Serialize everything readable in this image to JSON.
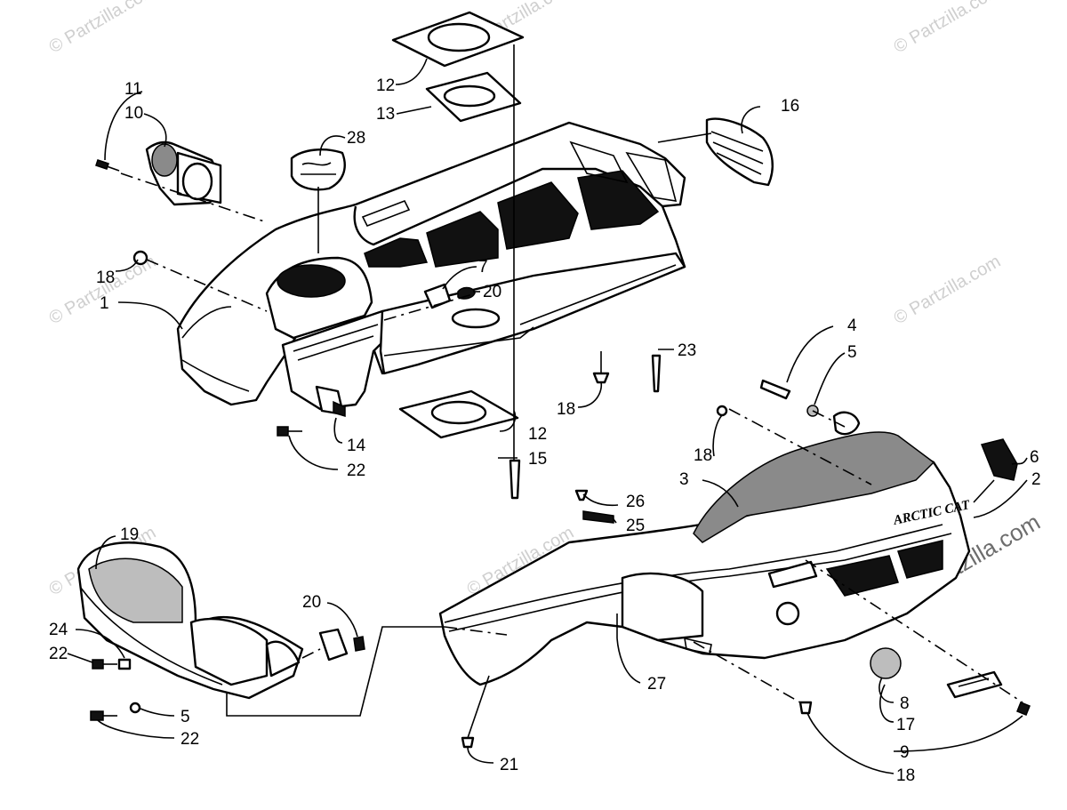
{
  "watermark": "© Partzilla.com",
  "brand_logo": "ARCTIC CAT",
  "callouts": {
    "c1": "1",
    "c2": "2",
    "c3": "3",
    "c4": "4",
    "c5a": "5",
    "c5b": "5",
    "c6": "6",
    "c7": "7",
    "c8": "8",
    "c9": "9",
    "c10": "10",
    "c11": "11",
    "c12a": "12",
    "c12b": "12",
    "c13": "13",
    "c14": "14",
    "c15": "15",
    "c16": "16",
    "c17": "17",
    "c18a": "18",
    "c18b": "18",
    "c18c": "18",
    "c18d": "18",
    "c19": "19",
    "c20a": "20",
    "c20b": "20",
    "c21": "21",
    "c22a": "22",
    "c22b": "22",
    "c22c": "22",
    "c23": "23",
    "c24": "24",
    "c25": "25",
    "c26": "26",
    "c27": "27",
    "c28": "28"
  }
}
